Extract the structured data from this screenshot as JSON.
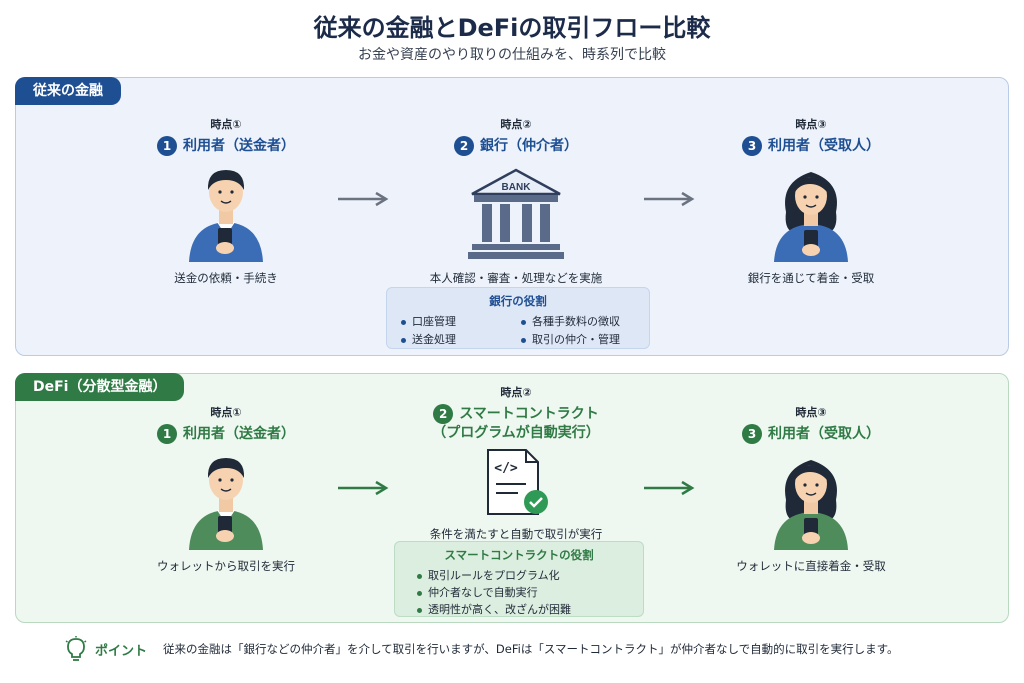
{
  "title": "従来の金融とDeFiの取引フロー比較",
  "subtitle": "お金や資産のやり取りの仕組みを、時系列で比較",
  "traditional": {
    "section_label": "従来の金融",
    "steps": [
      {
        "timepoint": "時点①",
        "num": "1",
        "title": "利用者（送金者）",
        "caption": "送金の依頼・手続き"
      },
      {
        "timepoint": "時点②",
        "num": "2",
        "title": "銀行（仲介者）",
        "caption": "本人確認・審査・処理などを実施",
        "bank_sign": "BANK"
      },
      {
        "timepoint": "時点③",
        "num": "3",
        "title": "利用者（受取人）",
        "caption": "銀行を通じて着金・受取"
      }
    ],
    "role_box": {
      "title": "銀行の役割",
      "items": [
        "口座管理",
        "各種手数料の徴収",
        "送金処理",
        "取引の仲介・管理"
      ]
    }
  },
  "defi": {
    "section_label": "DeFi（分散型金融）",
    "steps": [
      {
        "timepoint": "時点①",
        "num": "1",
        "title": "利用者（送金者）",
        "caption": "ウォレットから取引を実行"
      },
      {
        "timepoint": "時点②",
        "num": "2",
        "title": "スマートコントラクト",
        "title2": "（プログラムが自動実行）",
        "caption": "条件を満たすと自動で取引が実行",
        "code_glyph": "</>"
      },
      {
        "timepoint": "時点③",
        "num": "3",
        "title": "利用者（受取人）",
        "caption": "ウォレットに直接着金・受取"
      }
    ],
    "role_box": {
      "title": "スマートコントラクトの役割",
      "items": [
        "取引ルールをプログラム化",
        "仲介者なしで自動実行",
        "透明性が高く、改ざんが困難"
      ]
    }
  },
  "point": {
    "label": "ポイント",
    "text": "従来の金融は「銀行などの仲介者」を介して取引を行いますが、DeFiは「スマートコントラクト」が仲介者なしで自動的に取引を実行します。"
  },
  "colors": {
    "traditional": "#1f4f93",
    "defi": "#2f7a45"
  }
}
